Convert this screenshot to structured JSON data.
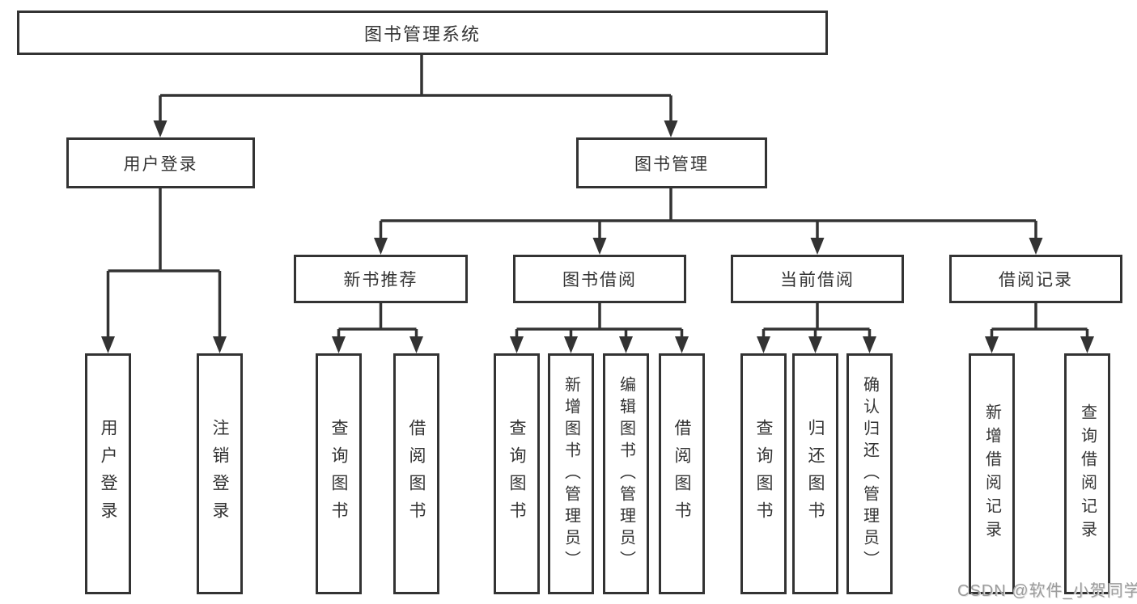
{
  "tree": {
    "label": "图书管理系统",
    "children": [
      {
        "label": "用户登录",
        "children": [
          {
            "label": "用户登录"
          },
          {
            "label": "注销登录"
          }
        ]
      },
      {
        "label": "图书管理",
        "children": [
          {
            "label": "新书推荐",
            "children": [
              {
                "label": "查询图书"
              },
              {
                "label": "借阅图书"
              }
            ]
          },
          {
            "label": "图书借阅",
            "children": [
              {
                "label": "查询图书"
              },
              {
                "label": "新增图书（管理员）"
              },
              {
                "label": "编辑图书（管理员）"
              },
              {
                "label": "借阅图书"
              }
            ]
          },
          {
            "label": "当前借阅",
            "children": [
              {
                "label": "查询图书"
              },
              {
                "label": "归还图书"
              },
              {
                "label": "确认归还（管理员）"
              }
            ]
          },
          {
            "label": "借阅记录",
            "children": [
              {
                "label": "新增借阅记录"
              },
              {
                "label": "查询借阅记录"
              }
            ]
          }
        ]
      }
    ]
  },
  "watermark": {
    "text": "CSDN @软件_小贺同学"
  },
  "colors": {
    "line": "#333333",
    "box_border": "#333333",
    "box_fill": "#ffffff",
    "text": "#333333",
    "watermark": "#9c9c9c"
  }
}
